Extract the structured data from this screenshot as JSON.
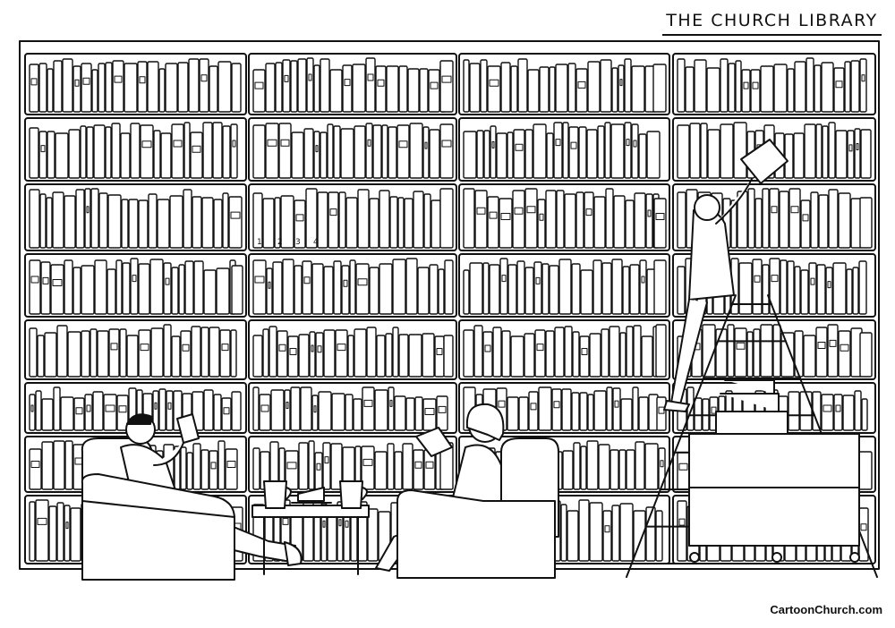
{
  "title": "THE CHURCH LIBRARY",
  "credit": "CartoonChurch.com",
  "spine_numbers": [
    "1",
    "2",
    "3",
    "4"
  ],
  "colors": {
    "ink": "#111111",
    "paper": "#ffffff"
  }
}
